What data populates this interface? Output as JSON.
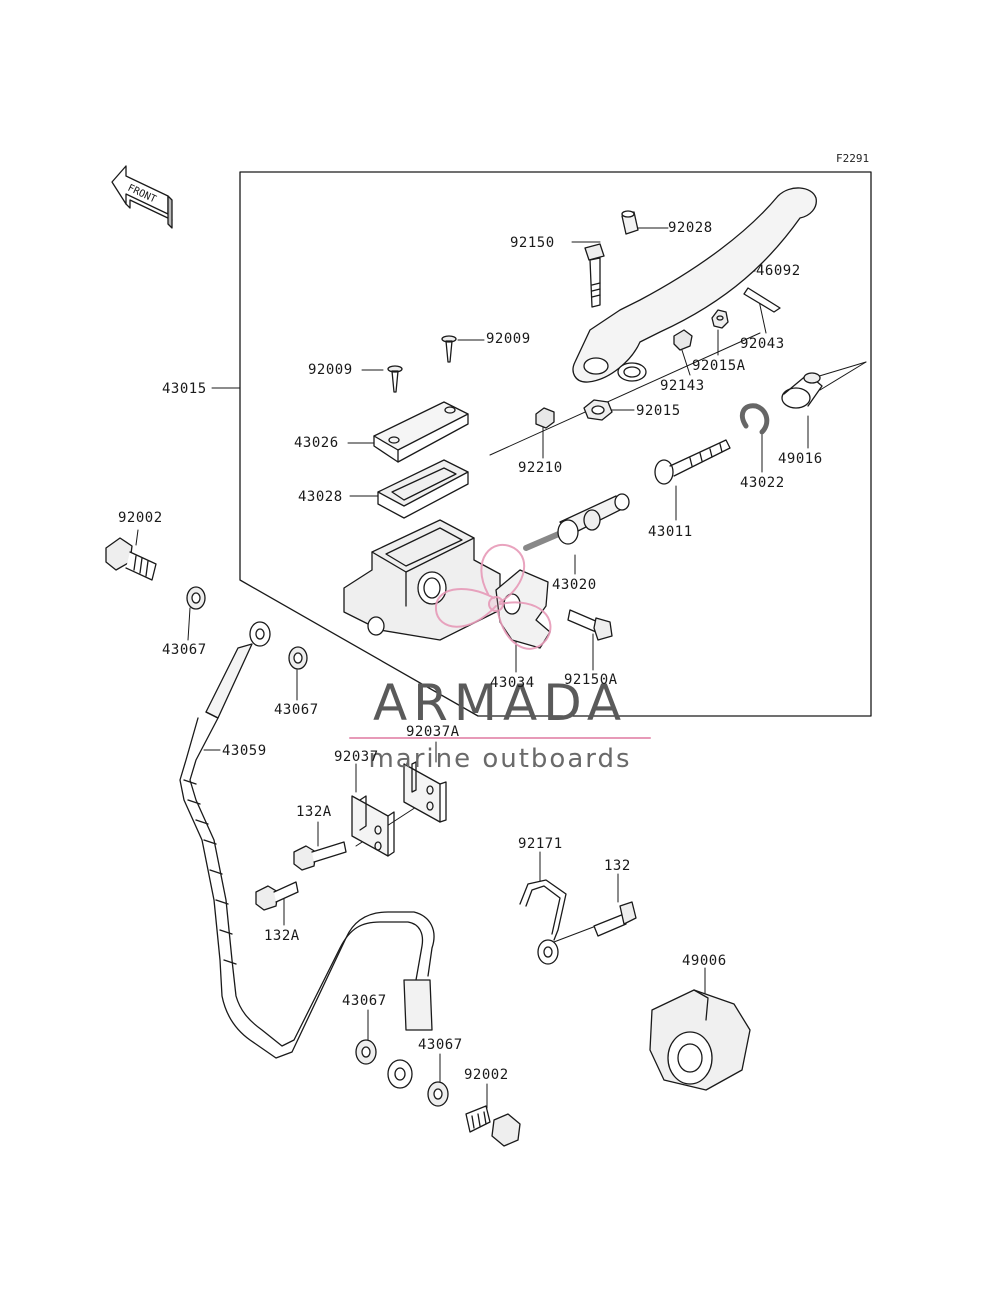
{
  "figure_code": "F2291",
  "front_arrow_text": "FRONT",
  "watermark": {
    "brand": "ARMADA",
    "tagline": "marine outboards",
    "accent_color": "#e79ab8"
  },
  "colors": {
    "line": "#1a1a1a",
    "fill_light": "#f2f2f2",
    "fill_mid": "#d9d9d9"
  },
  "labels": {
    "p92028": "92028",
    "p92150": "92150",
    "p46092": "46092",
    "p92009a": "92009",
    "p92009b": "92009",
    "p43015": "43015",
    "p92043": "92043",
    "p92015A": "92015A",
    "p92143": "92143",
    "p43026": "43026",
    "p92015": "92015",
    "p92210": "92210",
    "p49016": "49016",
    "p43022": "43022",
    "p43028": "43028",
    "p92002a": "92002",
    "p43011": "43011",
    "p43020": "43020",
    "p43067a": "43067",
    "p43067b": "43067",
    "p92150A": "92150A",
    "p43034": "43034",
    "p92037A": "92037A",
    "p43059": "43059",
    "p92037": "92037",
    "p132Aa": "132A",
    "p132Ab": "132A",
    "p92171": "92171",
    "p132": "132",
    "p49006": "49006",
    "p43067c": "43067",
    "p43067d": "43067",
    "p92002b": "92002"
  }
}
